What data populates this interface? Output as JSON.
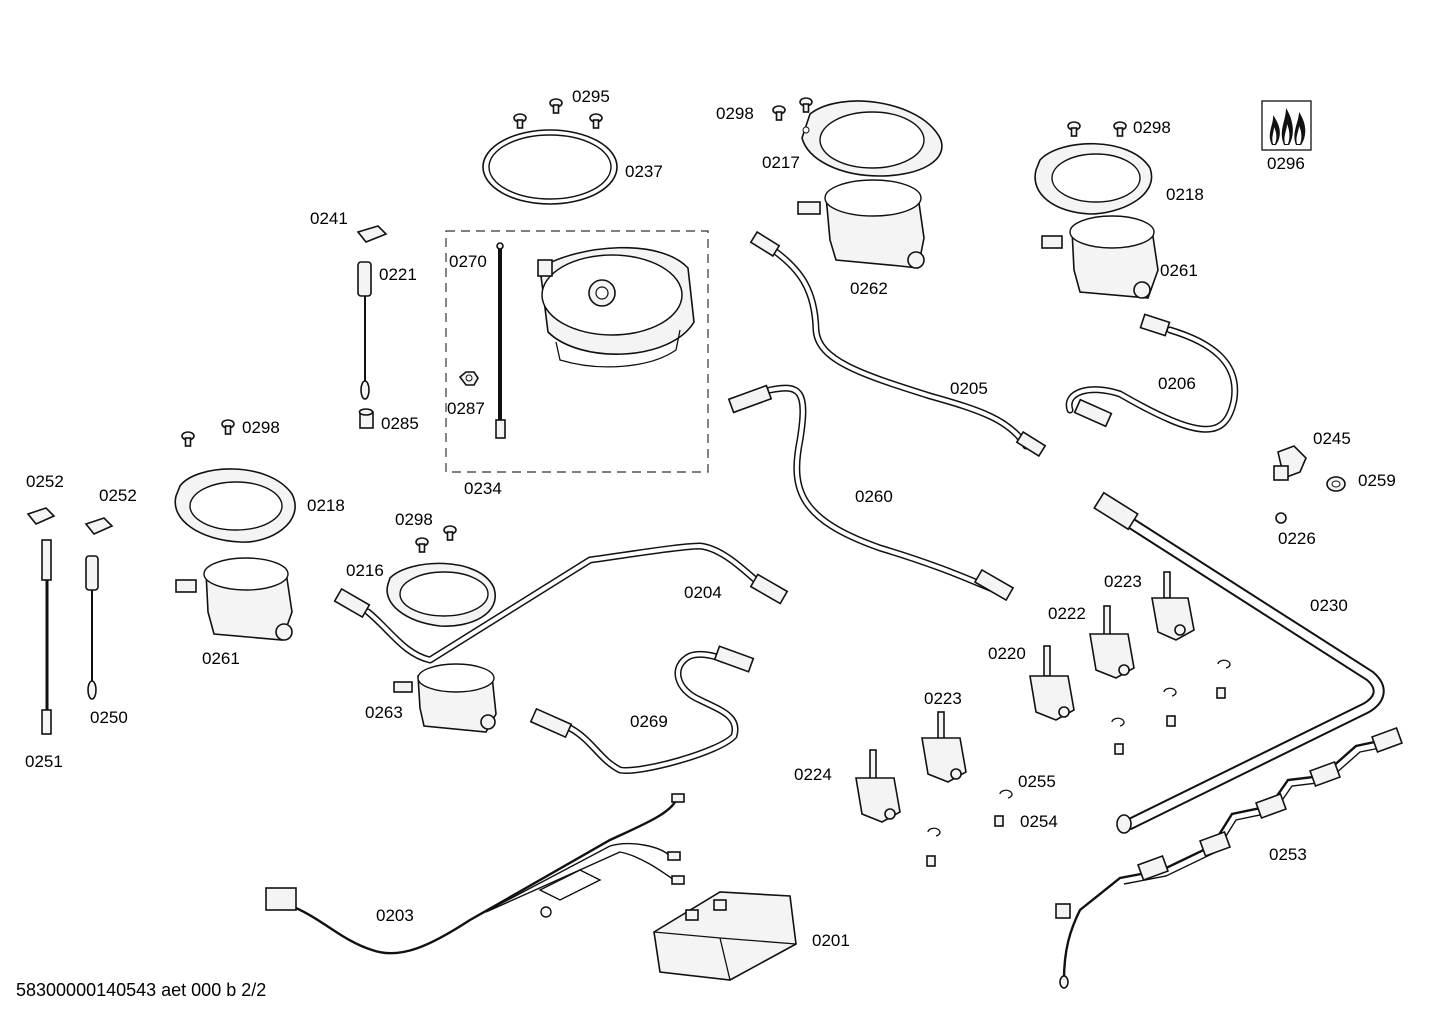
{
  "labels": {
    "l0295": "0295",
    "l0237": "0237",
    "l0298a": "0298",
    "l0217": "0217",
    "l0298b": "0298",
    "l0296": "0296",
    "l0218a": "0218",
    "l0241": "0241",
    "l0221": "0221",
    "l0270": "0270",
    "l0262": "0262",
    "l0261a": "0261",
    "l0206": "0206",
    "l0205": "0205",
    "l0287": "0287",
    "l0285": "0285",
    "l0298c": "0298",
    "l0234": "0234",
    "l0245": "0245",
    "l0259": "0259",
    "l0252a": "0252",
    "l0252b": "0252",
    "l0218b": "0218",
    "l0260": "0260",
    "l0298d": "0298",
    "l0226": "0226",
    "l0216": "0216",
    "l0204": "0204",
    "l0223a": "0223",
    "l0230": "0230",
    "l0222": "0222",
    "l0261b": "0261",
    "l0220": "0220",
    "l0250": "0250",
    "l0263": "0263",
    "l0223b": "0223",
    "l0269": "0269",
    "l0251": "0251",
    "l0224": "0224",
    "l0255": "0255",
    "l0254": "0254",
    "l0253": "0253",
    "l0203": "0203",
    "l0201": "0201"
  },
  "footer": "58300000140543 aet 000 b 2/2",
  "icons": {
    "flame_logo": "gas-flames-icon"
  }
}
